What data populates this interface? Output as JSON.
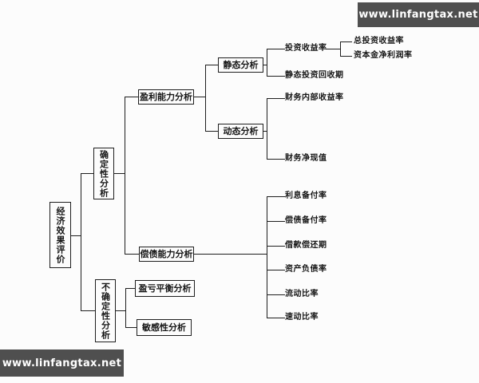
{
  "watermark": {
    "text": "www.linfangtax.net"
  },
  "nodes": {
    "root": "经济效果评价",
    "certainty": "确定性分析",
    "uncertainty": "不确定性分析",
    "profitability": "盈利能力分析",
    "solvency": "偿债能力分析",
    "static_analysis": "静态分析",
    "dynamic_analysis": "动态分析",
    "breakeven": "盈亏平衡分析",
    "sensitivity": "敏感性分析",
    "investment_return": "投资收益率",
    "total_investment_return": "总投资收益率",
    "capital_net_profit": "资本金净利润率",
    "static_payback": "静态投资回收期",
    "financial_irr": "财务内部收益率",
    "financial_npv": "财务净现值",
    "interest_coverage": "利息备付率",
    "debt_service_coverage": "偿债备付率",
    "loan_repayment_period": "借款偿还期",
    "asset_liability_ratio": "资产负债率",
    "current_ratio": "流动比率",
    "quick_ratio": "速动比率"
  }
}
